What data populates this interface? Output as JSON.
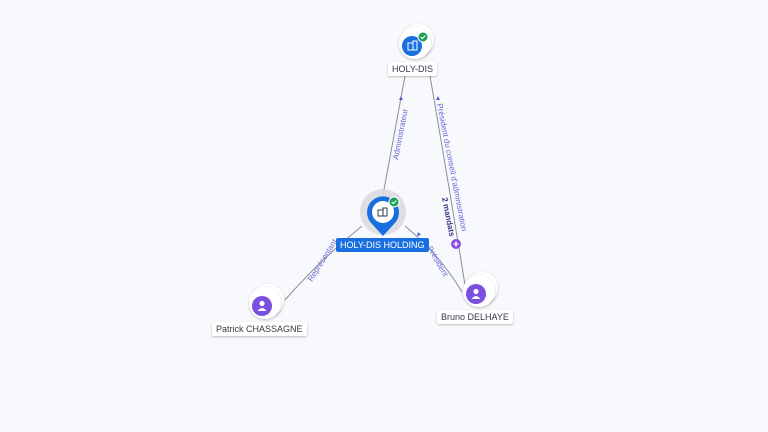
{
  "nodes": {
    "holy_dis": {
      "label": "HOLY-DIS",
      "type": "company",
      "verified": true
    },
    "holy_dis_holding": {
      "label": "HOLY-DIS HOLDING",
      "type": "company",
      "verified": true,
      "focused": true
    },
    "patrick": {
      "label": "Patrick CHASSAGNE",
      "type": "person"
    },
    "bruno": {
      "label": "Bruno DELHAYE",
      "type": "person"
    }
  },
  "edges": {
    "admin": {
      "label": "Administrateur"
    },
    "president_conseil": {
      "label": "Président du conseil d'administration",
      "extra": "2 mandats"
    },
    "representant": {
      "label": "Représentant"
    },
    "president": {
      "label": "Président"
    }
  },
  "colors": {
    "brand_blue": "#1a6fe0",
    "verified_green": "#1e9e5a",
    "person_purple": "#7b4fe0",
    "edge_label": "#6a6ad8",
    "edge_line": "#8a8f99"
  },
  "icons": {
    "company": "building-icon",
    "person": "person-icon",
    "verified": "check-badge-icon",
    "more": "plus-badge-icon"
  }
}
